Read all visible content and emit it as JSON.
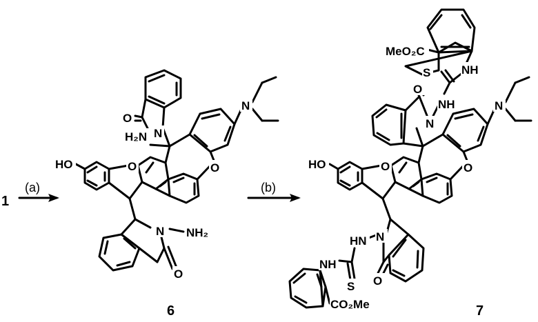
{
  "reaction": {
    "reactant_label": "1",
    "step_a": "(a)",
    "step_b": "(b)",
    "compound_6_label": "6",
    "compound_7_label": "7"
  },
  "compound_6": {
    "atoms": {
      "ho": "HO",
      "o_ring_left": "O",
      "o_ring_right": "O",
      "n_diethyl": "N",
      "carbonyl_top": "O",
      "h2n_top": "H₂N",
      "n_top": "N",
      "n_bottom": "N",
      "nh2_bottom": "NH₂",
      "carbonyl_bottom": "O"
    }
  },
  "compound_7": {
    "atoms": {
      "ho": "HO",
      "o_ring_left": "O",
      "o_ring_right": "O",
      "n_diethyl": "N",
      "meo2c": "MeO₂C",
      "s_top": "S",
      "nh_top": "NH",
      "carbonyl_top": "O",
      "nh_hydrazide_top": "NH",
      "n_top": "N",
      "hn_bottom": "HN",
      "n_bottom": "N",
      "nh_bottom": "NH",
      "s_bottom": "S",
      "carbonyl_bottom": "O",
      "co2me": "CO₂Me"
    }
  }
}
